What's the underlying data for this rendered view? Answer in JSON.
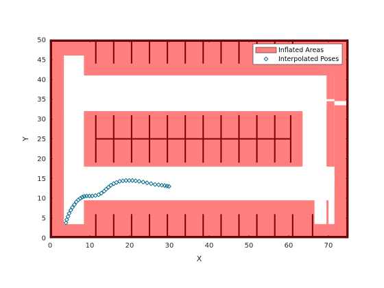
{
  "colors": {
    "inflated": "#ff7f7f",
    "obstacle": "#7f0000",
    "free": "#ffffff",
    "poses": "#0a6b8a",
    "axes": "#262626"
  },
  "chart_data": {
    "type": "scatter",
    "title": "",
    "xlabel": "X",
    "ylabel": "Y",
    "xlim": [
      0,
      75
    ],
    "ylim": [
      0,
      50
    ],
    "xticks": [
      0,
      10,
      20,
      30,
      40,
      50,
      60,
      70
    ],
    "yticks": [
      0,
      5,
      10,
      15,
      20,
      25,
      30,
      35,
      40,
      45,
      50
    ],
    "grid": false,
    "legend": {
      "placement": "top-right",
      "entries": [
        {
          "label": "Inflated Areas",
          "marker": "patch"
        },
        {
          "label": "Interpolated Poses",
          "marker": "diamond"
        }
      ]
    },
    "map": {
      "inflated_regions": [
        [
          0,
          0,
          75,
          3.5
        ],
        [
          0,
          46.5,
          75,
          50
        ],
        [
          0,
          0,
          3.5,
          50
        ],
        [
          71.5,
          0,
          75,
          50
        ],
        [
          0,
          0,
          9,
          14.5
        ],
        [
          0,
          17.5,
          3.5,
          50
        ],
        [
          3.5,
          46,
          12,
          50
        ],
        [
          8.5,
          41,
          12,
          46
        ],
        [
          12,
          41,
          66,
          46.5
        ],
        [
          66,
          41,
          67.5,
          44
        ],
        [
          71.5,
          16,
          75,
          34.5
        ],
        [
          69.5,
          35,
          71.5,
          38
        ],
        [
          8.5,
          0,
          70,
          9.5
        ],
        [
          66.5,
          0,
          71.5,
          3.5
        ],
        [
          69.5,
          16,
          71.5,
          3.5
        ],
        [
          8,
          18.5,
          63.5,
          31.5
        ],
        [
          8.5,
          18,
          63,
          32
        ]
      ],
      "free_regions": [
        [
          3.5,
          3.5,
          8.5,
          46
        ],
        [
          3.5,
          14.5,
          71.5,
          18
        ],
        [
          3.5,
          32,
          69.5,
          41
        ],
        [
          63.5,
          14.5,
          71.5,
          41
        ],
        [
          69.5,
          3.5,
          71.5,
          16
        ],
        [
          71.5,
          34.5,
          75,
          33.5
        ]
      ],
      "obstacle_lines": [
        [
          [
            11.5,
            44
          ],
          [
            11.5,
            50
          ]
        ],
        [
          [
            16,
            44
          ],
          [
            16,
            50
          ]
        ],
        [
          [
            20.5,
            44
          ],
          [
            20.5,
            50
          ]
        ],
        [
          [
            25,
            44
          ],
          [
            25,
            50
          ]
        ],
        [
          [
            29.5,
            44
          ],
          [
            29.5,
            50
          ]
        ],
        [
          [
            34,
            44
          ],
          [
            34,
            50
          ]
        ],
        [
          [
            38.5,
            44
          ],
          [
            38.5,
            50
          ]
        ],
        [
          [
            43,
            44
          ],
          [
            43,
            50
          ]
        ],
        [
          [
            47.5,
            44
          ],
          [
            47.5,
            50
          ]
        ],
        [
          [
            52,
            44
          ],
          [
            52,
            50
          ]
        ],
        [
          [
            56.5,
            44
          ],
          [
            56.5,
            50
          ]
        ],
        [
          [
            61,
            44
          ],
          [
            61,
            50
          ]
        ],
        [
          [
            11.5,
            0
          ],
          [
            11.5,
            6
          ]
        ],
        [
          [
            16,
            0
          ],
          [
            16,
            6
          ]
        ],
        [
          [
            20.5,
            0
          ],
          [
            20.5,
            6
          ]
        ],
        [
          [
            25,
            0
          ],
          [
            25,
            6
          ]
        ],
        [
          [
            29.5,
            0
          ],
          [
            29.5,
            6
          ]
        ],
        [
          [
            34,
            0
          ],
          [
            34,
            6
          ]
        ],
        [
          [
            38.5,
            0
          ],
          [
            38.5,
            6
          ]
        ],
        [
          [
            43,
            0
          ],
          [
            43,
            6
          ]
        ],
        [
          [
            47.5,
            0
          ],
          [
            47.5,
            6
          ]
        ],
        [
          [
            52,
            0
          ],
          [
            52,
            6
          ]
        ],
        [
          [
            56.5,
            0
          ],
          [
            56.5,
            6
          ]
        ],
        [
          [
            61,
            0
          ],
          [
            61,
            6
          ]
        ],
        [
          [
            66,
            0
          ],
          [
            66,
            6
          ]
        ],
        [
          [
            11.5,
            25
          ],
          [
            60.5,
            25
          ]
        ],
        [
          [
            11.5,
            19
          ],
          [
            11.5,
            31
          ]
        ],
        [
          [
            16,
            19
          ],
          [
            16,
            31
          ]
        ],
        [
          [
            20.5,
            19
          ],
          [
            20.5,
            31
          ]
        ],
        [
          [
            25,
            19
          ],
          [
            25,
            31
          ]
        ],
        [
          [
            29.5,
            19
          ],
          [
            29.5,
            31
          ]
        ],
        [
          [
            34,
            19
          ],
          [
            34,
            31
          ]
        ],
        [
          [
            38.5,
            19
          ],
          [
            38.5,
            31
          ]
        ],
        [
          [
            43,
            19
          ],
          [
            43,
            31
          ]
        ],
        [
          [
            47.5,
            19
          ],
          [
            47.5,
            31
          ]
        ],
        [
          [
            52,
            19
          ],
          [
            52,
            31
          ]
        ],
        [
          [
            56.5,
            19
          ],
          [
            56.5,
            31
          ]
        ],
        [
          [
            60.5,
            19
          ],
          [
            60.5,
            31
          ]
        ]
      ]
    },
    "series": [
      {
        "name": "Interpolated Poses",
        "marker": "diamond",
        "x": [
          4,
          4.2,
          4.5,
          4.8,
          5.2,
          5.6,
          6.1,
          6.6,
          7.1,
          7.6,
          8.1,
          8.6,
          9.2,
          9.9,
          10.6,
          11.4,
          12.2,
          12.9,
          13.6,
          14.1,
          14.7,
          15.3,
          16,
          16.7,
          17.5,
          18.3,
          19.1,
          19.9,
          20.7,
          21.5,
          22.4,
          23.4,
          24.4,
          25.4,
          26.4,
          27.3,
          28.1,
          28.8,
          29.4,
          29.9
        ],
        "y": [
          3.8,
          4.6,
          5.4,
          6.2,
          7,
          7.7,
          8.4,
          9.1,
          9.6,
          10,
          10.3,
          10.5,
          10.6,
          10.6,
          10.6,
          10.7,
          10.9,
          11.3,
          11.8,
          12.3,
          12.8,
          13.3,
          13.7,
          14,
          14.3,
          14.4,
          14.5,
          14.5,
          14.5,
          14.4,
          14.3,
          14.1,
          13.9,
          13.7,
          13.5,
          13.4,
          13.3,
          13.2,
          13.1,
          13
        ]
      }
    ]
  }
}
